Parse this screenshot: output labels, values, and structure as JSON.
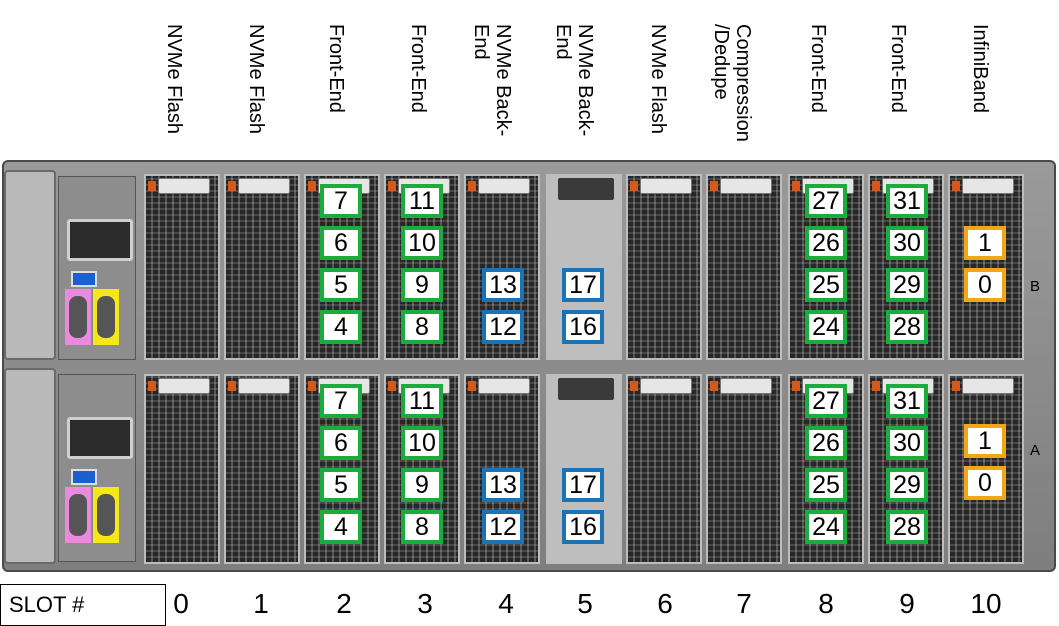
{
  "slot_header": "SLOT #",
  "slot_labels": [
    "NVMe Flash",
    "NVMe Flash",
    "Front-End",
    "Front-End",
    "NVMe Back-\nEnd",
    "NVMe Back-\nEnd",
    "NVMe Flash",
    "Compression\n/Dedupe",
    "Front-End",
    "Front-End",
    "InfiniBand"
  ],
  "slot_numbers": [
    "0",
    "1",
    "2",
    "3",
    "4",
    "5",
    "6",
    "7",
    "8",
    "9",
    "10"
  ],
  "io_modules": [
    "B",
    "A"
  ],
  "ports": {
    "slot2": [
      "7",
      "6",
      "5",
      "4"
    ],
    "slot3": [
      "11",
      "10",
      "9",
      "8"
    ],
    "slot4": [
      "13",
      "12"
    ],
    "slot5": [
      "17",
      "16"
    ],
    "slot8": [
      "27",
      "26",
      "25",
      "24"
    ],
    "slot9": [
      "31",
      "30",
      "29",
      "28"
    ],
    "slot10": [
      "1",
      "0"
    ]
  },
  "colors": {
    "front_end": "#1bac3e",
    "nvme_back_end": "#1b73b3",
    "infiniband": "#f0a617"
  }
}
